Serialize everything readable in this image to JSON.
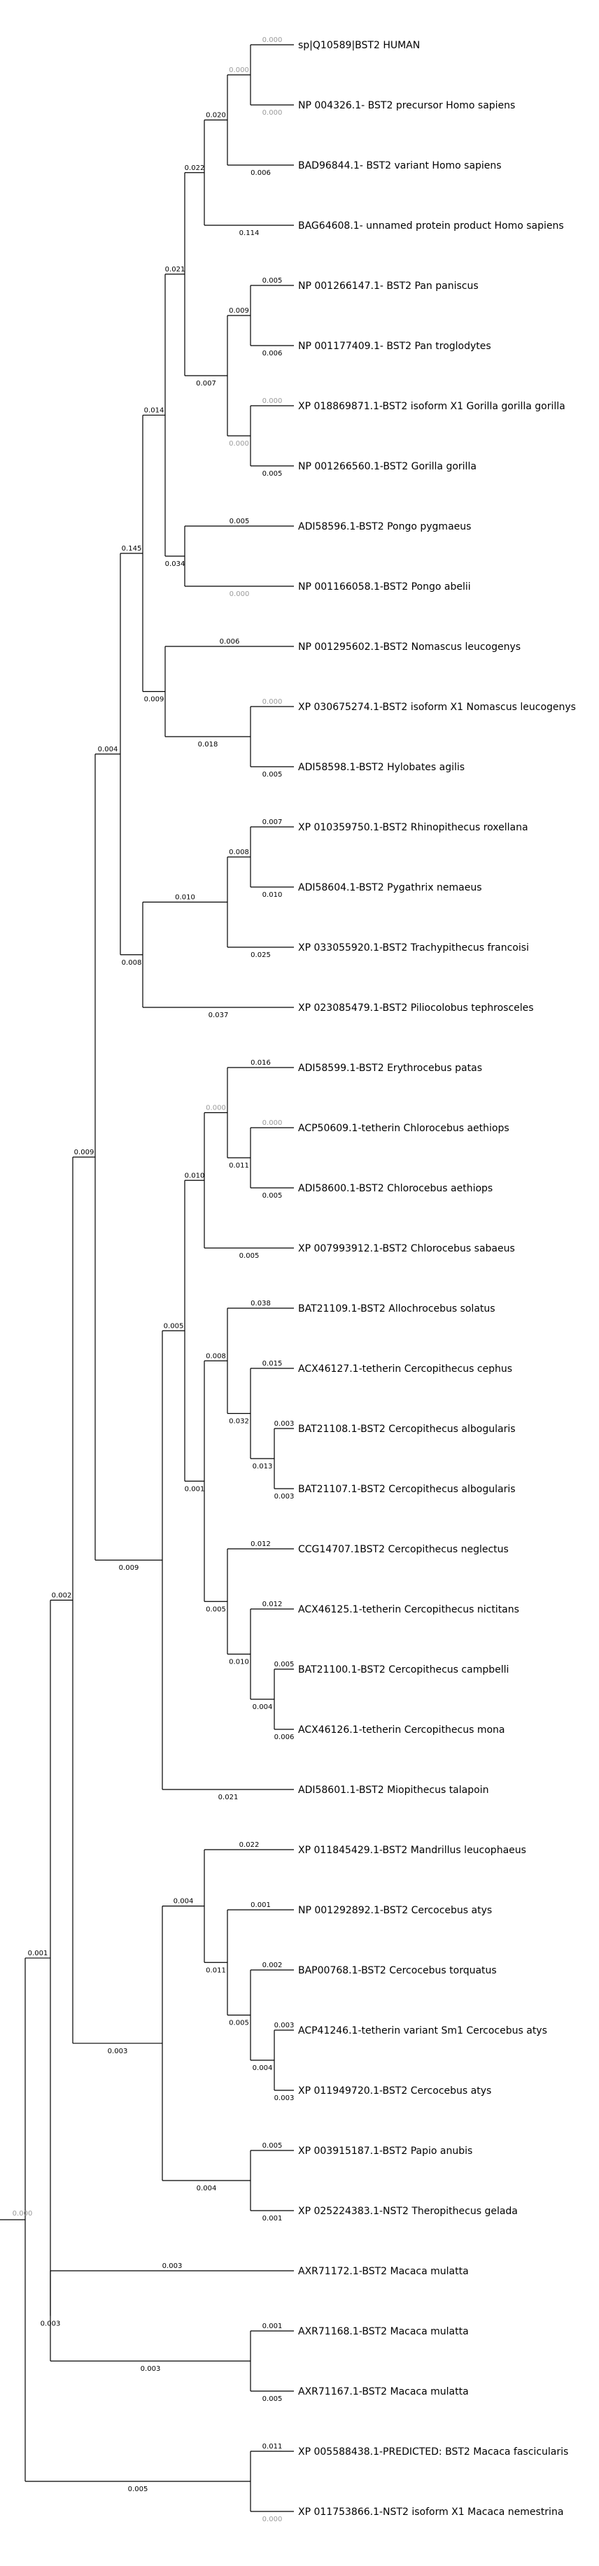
{
  "nodes": [
    {
      "id": "root",
      "parent": null,
      "bl": "0.000",
      "zero": true
    },
    {
      "id": "a",
      "parent": "root",
      "bl": "0.001"
    },
    {
      "id": "b",
      "parent": "a",
      "bl": "0.002"
    },
    {
      "id": "c",
      "parent": "b",
      "bl": "0.009"
    },
    {
      "id": "d",
      "parent": "c",
      "bl": "0.004"
    },
    {
      "id": "e",
      "parent": "d",
      "bl": "0.145"
    },
    {
      "id": "f",
      "parent": "e",
      "bl": "0.014"
    },
    {
      "id": "g",
      "parent": "f",
      "bl": "0.021"
    },
    {
      "id": "h",
      "parent": "g",
      "bl": "0.022"
    },
    {
      "id": "i",
      "parent": "h",
      "bl": "0.020"
    },
    {
      "id": "j",
      "parent": "i",
      "bl": "0.000",
      "zero": true
    },
    {
      "id": "L1",
      "parent": "j",
      "bl": "0.000",
      "zero": true,
      "label": "sp|Q10589|BST2 HUMAN"
    },
    {
      "id": "L2",
      "parent": "j",
      "bl": "0.000",
      "zero": true,
      "label": "NP 004326.1- BST2 precursor Homo sapiens"
    },
    {
      "id": "L3",
      "parent": "i",
      "bl": "0.006",
      "label": "BAD96844.1- BST2 variant Homo sapiens"
    },
    {
      "id": "L4",
      "parent": "h",
      "bl": "0.114",
      "label": "BAG64608.1- unnamed protein product Homo sapiens"
    },
    {
      "id": "k",
      "parent": "g",
      "bl": "0.007"
    },
    {
      "id": "l",
      "parent": "k",
      "bl": "0.009"
    },
    {
      "id": "L5",
      "parent": "l",
      "bl": "0.005",
      "label": "NP 001266147.1- BST2 Pan paniscus"
    },
    {
      "id": "L6",
      "parent": "l",
      "bl": "0.006",
      "label": "NP 001177409.1- BST2 Pan troglodytes"
    },
    {
      "id": "m",
      "parent": "k",
      "bl": "0.000",
      "zero": true
    },
    {
      "id": "L7",
      "parent": "m",
      "bl": "0.000",
      "zero": true,
      "label": "XP 018869871.1-BST2 isoform X1 Gorilla gorilla gorilla"
    },
    {
      "id": "L8",
      "parent": "m",
      "bl": "0.005",
      "label": "NP 001266560.1-BST2 Gorilla gorilla"
    },
    {
      "id": "n",
      "parent": "f",
      "bl": "0.034"
    },
    {
      "id": "L9",
      "parent": "n",
      "bl": "0.005",
      "label": "ADI58596.1-BST2 Pongo pygmaeus"
    },
    {
      "id": "L10",
      "parent": "n",
      "bl": "0.000",
      "zero": true,
      "label": "NP 001166058.1-BST2 Pongo abelii"
    },
    {
      "id": "o",
      "parent": "e",
      "bl": "0.009"
    },
    {
      "id": "L11",
      "parent": "o",
      "bl": "0.006",
      "label": "NP 001295602.1-BST2 Nomascus leucogenys"
    },
    {
      "id": "p",
      "parent": "o",
      "bl": "0.018"
    },
    {
      "id": "L12",
      "parent": "p",
      "bl": "0.000",
      "zero": true,
      "label": "XP 030675274.1-BST2 isoform X1 Nomascus leucogenys"
    },
    {
      "id": "L13",
      "parent": "p",
      "bl": "0.005",
      "label": "ADI58598.1-BST2 Hylobates agilis"
    },
    {
      "id": "q",
      "parent": "d",
      "bl": "0.008"
    },
    {
      "id": "r",
      "parent": "q",
      "bl": "0.010"
    },
    {
      "id": "s",
      "parent": "r",
      "bl": "0.008"
    },
    {
      "id": "L14",
      "parent": "s",
      "bl": "0.007",
      "label": "XP 010359750.1-BST2 Rhinopithecus roxellana"
    },
    {
      "id": "L15",
      "parent": "s",
      "bl": "0.010",
      "label": "ADI58604.1-BST2 Pygathrix nemaeus"
    },
    {
      "id": "L16",
      "parent": "r",
      "bl": "0.025",
      "label": "XP 033055920.1-BST2 Trachypithecus francoisi"
    },
    {
      "id": "L17",
      "parent": "q",
      "bl": "0.037",
      "label": "XP 023085479.1-BST2 Piliocolobus tephrosceles"
    },
    {
      "id": "t",
      "parent": "c",
      "bl": "0.009"
    },
    {
      "id": "u",
      "parent": "t",
      "bl": "0.005"
    },
    {
      "id": "v",
      "parent": "u",
      "bl": "0.010"
    },
    {
      "id": "w",
      "parent": "v",
      "bl": "0.000",
      "zero": true
    },
    {
      "id": "L18",
      "parent": "w",
      "bl": "0.016",
      "label": "ADI58599.1-BST2 Erythrocebus patas"
    },
    {
      "id": "x",
      "parent": "w",
      "bl": "0.011"
    },
    {
      "id": "L19",
      "parent": "x",
      "bl": "0.000",
      "zero": true,
      "label": "ACP50609.1-tetherin Chlorocebus aethiops"
    },
    {
      "id": "L20",
      "parent": "x",
      "bl": "0.005",
      "label": "ADI58600.1-BST2 Chlorocebus aethiops"
    },
    {
      "id": "L21",
      "parent": "v",
      "bl": "0.005",
      "label": "XP 007993912.1-BST2 Chlorocebus sabaeus"
    },
    {
      "id": "y",
      "parent": "u",
      "bl": "0.001"
    },
    {
      "id": "z",
      "parent": "y",
      "bl": "0.008"
    },
    {
      "id": "L22",
      "parent": "z",
      "bl": "0.038",
      "label": "BAT21109.1-BST2 Allochrocebus solatus"
    },
    {
      "id": "aa",
      "parent": "z",
      "bl": "0.032"
    },
    {
      "id": "L23",
      "parent": "aa",
      "bl": "0.015",
      "label": "ACX46127.1-tetherin Cercopithecus cephus"
    },
    {
      "id": "ab",
      "parent": "aa",
      "bl": "0.013"
    },
    {
      "id": "L24",
      "parent": "ab",
      "bl": "0.003",
      "label": "BAT21108.1-BST2 Cercopithecus albogularis"
    },
    {
      "id": "L25",
      "parent": "ab",
      "bl": "0.003",
      "label": "BAT21107.1-BST2 Cercopithecus albogularis"
    },
    {
      "id": "ac",
      "parent": "y",
      "bl": "0.005"
    },
    {
      "id": "L26",
      "parent": "ac",
      "bl": "0.012",
      "label": "CCG14707.1BST2 Cercopithecus neglectus"
    },
    {
      "id": "ad",
      "parent": "ac",
      "bl": "0.010"
    },
    {
      "id": "L27",
      "parent": "ad",
      "bl": "0.012",
      "label": "ACX46125.1-tetherin Cercopithecus nictitans"
    },
    {
      "id": "ae",
      "parent": "ad",
      "bl": "0.004"
    },
    {
      "id": "L28",
      "parent": "ae",
      "bl": "0.005",
      "label": "BAT21100.1-BST2 Cercopithecus campbelli"
    },
    {
      "id": "L29",
      "parent": "ae",
      "bl": "0.006",
      "label": "ACX46126.1-tetherin Cercopithecus mona"
    },
    {
      "id": "L30",
      "parent": "t",
      "bl": "0.021",
      "label": "ADI58601.1-BST2 Miopithecus talapoin"
    },
    {
      "id": "af",
      "parent": "b",
      "bl": "0.003"
    },
    {
      "id": "ag",
      "parent": "af",
      "bl": "0.004"
    },
    {
      "id": "L31",
      "parent": "ag",
      "bl": "0.022",
      "label": "XP 011845429.1-BST2 Mandrillus leucophaeus"
    },
    {
      "id": "ah",
      "parent": "ag",
      "bl": "0.011"
    },
    {
      "id": "L32",
      "parent": "ah",
      "bl": "0.001",
      "label": "NP 001292892.1-BST2 Cercocebus atys"
    },
    {
      "id": "ai",
      "parent": "ah",
      "bl": "0.005"
    },
    {
      "id": "L33",
      "parent": "ai",
      "bl": "0.002",
      "label": "BAP00768.1-BST2 Cercocebus torquatus"
    },
    {
      "id": "aj",
      "parent": "ai",
      "bl": "0.004"
    },
    {
      "id": "L34",
      "parent": "aj",
      "bl": "0.003",
      "label": "ACP41246.1-tetherin variant Sm1 Cercocebus atys"
    },
    {
      "id": "L35",
      "parent": "aj",
      "bl": "0.003",
      "label": "XP 011949720.1-BST2 Cercocebus atys"
    },
    {
      "id": "ak",
      "parent": "af",
      "bl": "0.004"
    },
    {
      "id": "L36",
      "parent": "ak",
      "bl": "0.005",
      "label": "XP 003915187.1-BST2 Papio anubis"
    },
    {
      "id": "L37",
      "parent": "ak",
      "bl": "0.001",
      "label": "XP 025224383.1-NST2 Theropithecus gelada"
    },
    {
      "id": "al",
      "parent": "a",
      "bl": "0.003"
    },
    {
      "id": "L38",
      "parent": "al",
      "bl": "0.003",
      "label": "AXR71172.1-BST2 Macaca mulatta"
    },
    {
      "id": "am",
      "parent": "al",
      "bl": "0.003"
    },
    {
      "id": "L39",
      "parent": "am",
      "bl": "0.001",
      "label": "AXR71168.1-BST2 Macaca mulatta"
    },
    {
      "id": "L40",
      "parent": "am",
      "bl": "0.005",
      "label": "AXR71167.1-BST2 Macaca mulatta"
    },
    {
      "id": "an",
      "parent": "root",
      "bl": "0.005"
    },
    {
      "id": "L41",
      "parent": "an",
      "bl": "0.011",
      "label": "XP 005588438.1-PREDICTED: BST2 Macaca fascicularis"
    },
    {
      "id": "L42",
      "parent": "an",
      "bl": "0.000",
      "zero": true,
      "label": "XP 011753866.1-NST2 isoform X1 Macaca nemestrina"
    }
  ]
}
